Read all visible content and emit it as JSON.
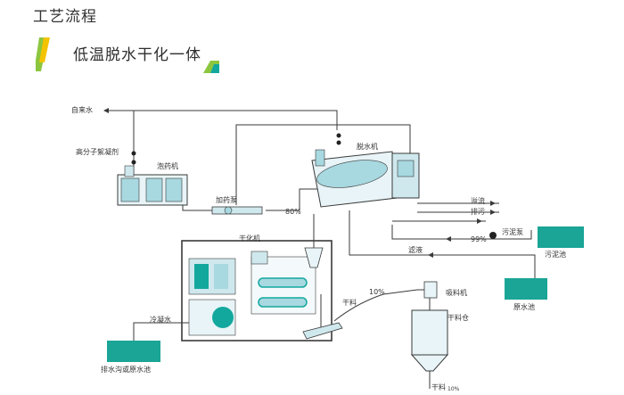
{
  "header": {
    "title": "工艺流程"
  },
  "banner": {
    "title": "低温脱水干化一体"
  },
  "colors": {
    "teal": "#13a89e",
    "tank": "#1aa596",
    "pipe": "#3a3a3a",
    "accent_green": "#8cc63f",
    "accent_yellow": "#f4c300"
  },
  "labels": {
    "tap_water": "自来水",
    "polymer_flocculant": "高分子絮凝剂",
    "dosing_machine": "泡药机",
    "dosing_pump": "加药泵",
    "pct_80": "80%",
    "dewatering_machine": "脱水机",
    "overflow": "溢流",
    "discharge": "排污",
    "pct_99": "99%",
    "sludge_pump": "污泥泵",
    "sludge_tank": "污泥池",
    "filtrate": "滤液",
    "raw_water_tank": "原水池",
    "dryer": "干化机",
    "dry_material_left": "干料",
    "pct_10": "10%",
    "suction_machine": "吸料机",
    "dry_silo": "干料仓",
    "condensate": "冷凝水",
    "drain_tank": "排水沟或原水池",
    "dry_material_bottom": "干料",
    "pct_10_small": "10%"
  }
}
